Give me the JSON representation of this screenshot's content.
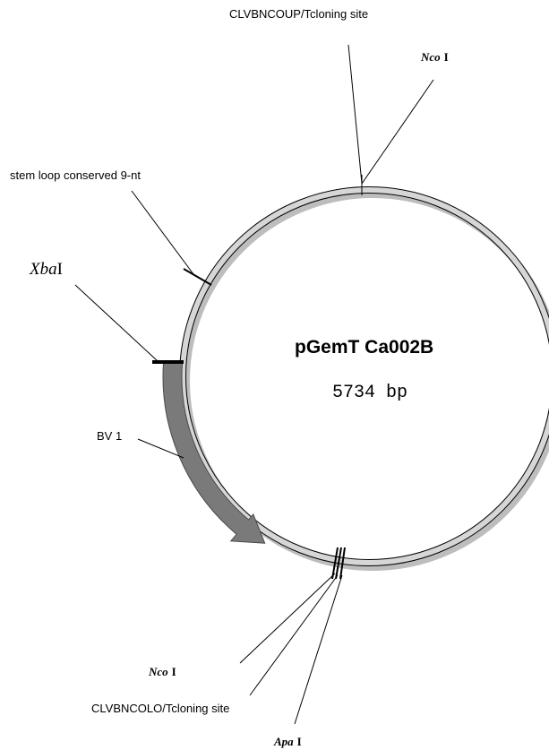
{
  "plasmid": {
    "name": "pGemT Ca002B",
    "size": "5734 bp"
  },
  "features": {
    "clv_up": "CLVBNCOUP/Tcloning site",
    "nco_top_italic": "Nco",
    "nco_top_roman": "I",
    "stem_loop": "stem loop conserved 9-nt",
    "xba_italic": "Xba",
    "xba_roman": "I",
    "bv1": "BV 1",
    "nco_bottom_italic": "Nco",
    "nco_bottom_roman": "I",
    "clv_lo": "CLVBNCOLO/Tcloning site",
    "apa_italic": "Apa",
    "apa_roman": "I"
  },
  "colors": {
    "backbone": "#d0d0d0",
    "bv1_arrow": "#7a7a7a",
    "text": "#000000"
  }
}
